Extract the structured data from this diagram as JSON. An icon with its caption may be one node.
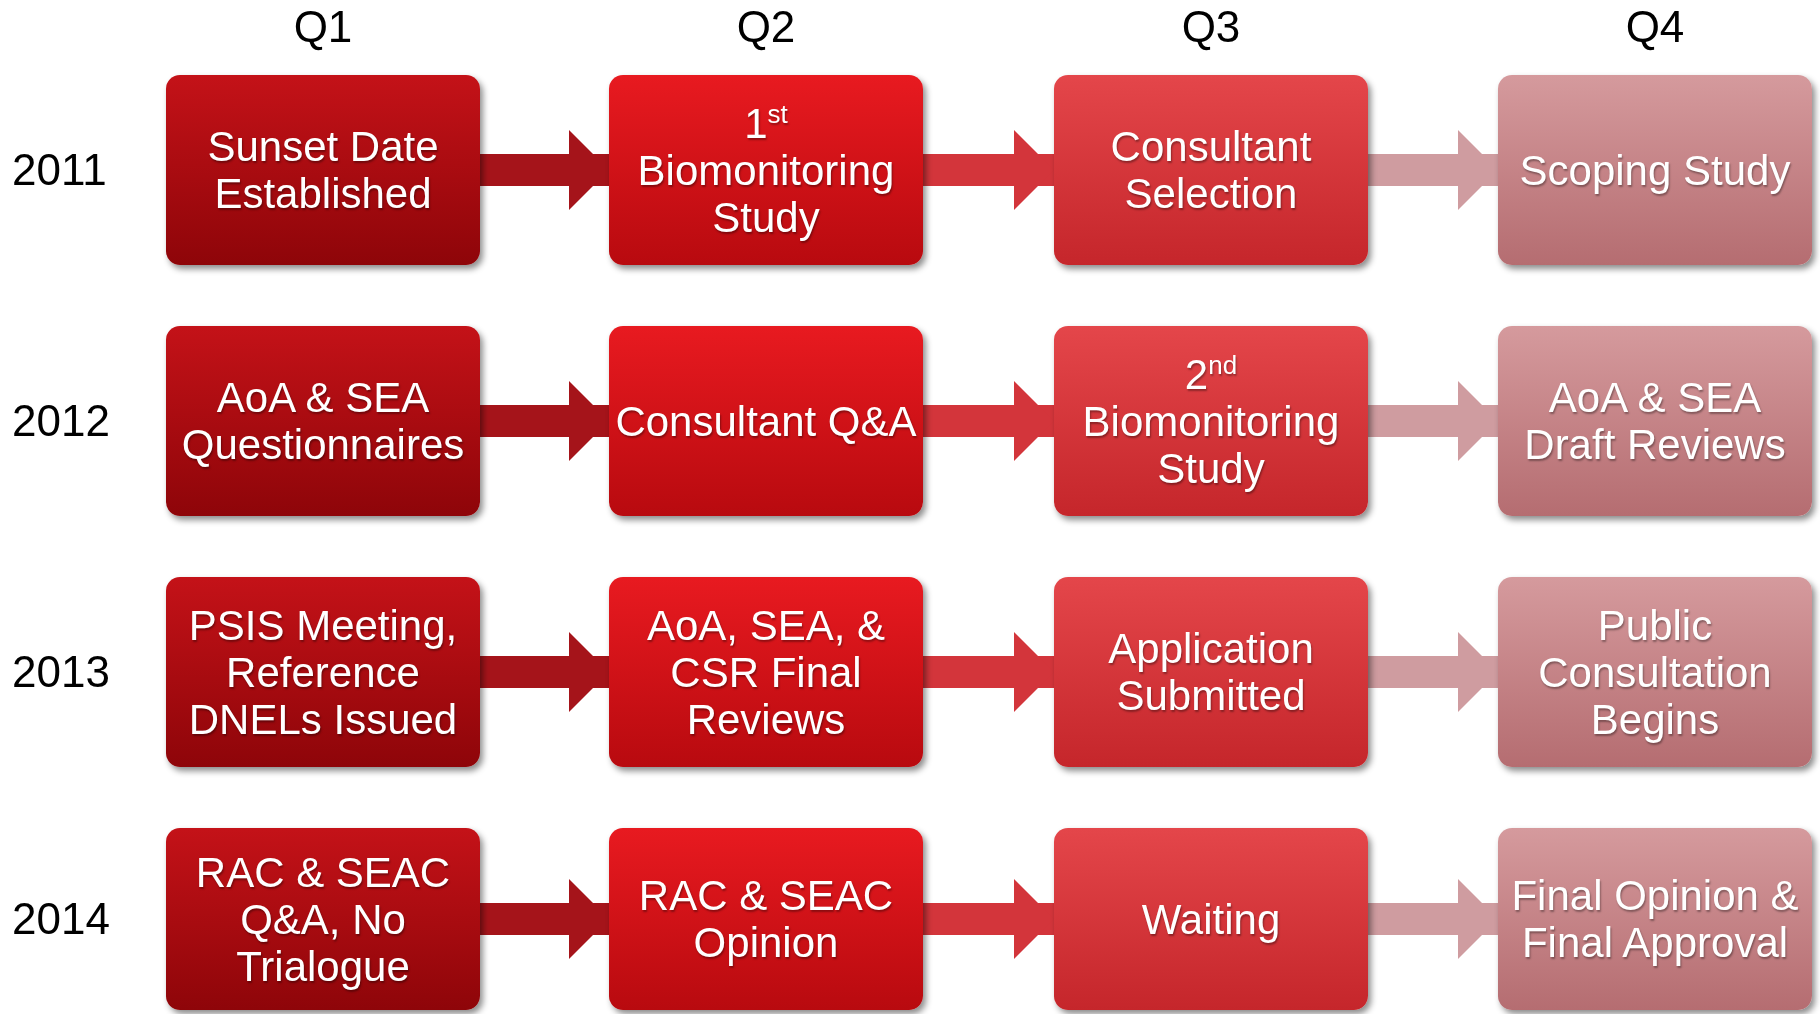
{
  "diagram": {
    "nodes": [
      {
        "text": [
          "Sunset Date Established"
        ]
      },
      {
        "text": [
          "1$^{st}$ Biomonitoring Study"
        ]
      },
      {
        "text": [
          "Consultant Selection"
        ]
      },
      {
        "text": [
          "Scoping Study"
        ]
      },
      {
        "text": [
          "AoA & SEA Questionnaires"
        ]
      },
      {
        "text": [
          "Consultant Q&A"
        ]
      },
      {
        "text": [
          "2$^{nd}$ Biomonitoring Study"
        ]
      },
      {
        "text": [
          "AoA & SEA Draft Reviews"
        ]
      },
      {
        "text": [
          "PSIS Meeting, Reference DNELs Issued"
        ]
      },
      {
        "text": [
          "AoA, SEA, & CSR Final Reviews"
        ]
      },
      {
        "text": [
          "Application Submitted"
        ]
      },
      {
        "text": [
          "Public Consultation Begins"
        ]
      },
      {
        "text": [
          "RAC & SEAC Q&A, No Trialogue"
        ]
      },
      {
        "text": [
          "RAC & SEAC Opinion"
        ]
      },
      {
        "text": [
          "Waiting"
        ]
      },
      {
        "text": [
          "Final Opinion & Final Approval"
        ]
      }
    ],
    "edges": [
      {
        "from": 0,
        "to": 1,
        "arrow": "to",
        "color": "#a5141a"
      },
      {
        "from": 1,
        "to": 2,
        "arrow": "to",
        "color": "#d3353b"
      },
      {
        "from": 2,
        "to": 3,
        "arrow": "to",
        "color": "#cf9ca0"
      },
      {
        "from": 4,
        "to": 5,
        "arrow": "to",
        "color": "#a5141a"
      },
      {
        "from": 5,
        "to": 6,
        "arrow": "to",
        "color": "#d3353b"
      },
      {
        "from": 6,
        "to": 7,
        "arrow": "to",
        "color": "#cf9ca0"
      },
      {
        "from": 8,
        "to": 9,
        "arrow": "to",
        "color": "#a5141a"
      },
      {
        "from": 9,
        "to": 10,
        "arrow": "to",
        "color": "#d3353b"
      },
      {
        "from": 10,
        "to": 11,
        "arrow": "to",
        "color": "#cf9ca0"
      },
      {
        "from": 12,
        "to": 13,
        "arrow": "to",
        "color": "#a5141a"
      },
      {
        "from": 13,
        "to": 14,
        "arrow": "to",
        "color": "#d3353b"
      },
      {
        "from": 14,
        "to": 15,
        "arrow": "to",
        "color": "#cf9ca0"
      }
    ],
    "labels": [
      "Q1",
      "Q2",
      "Q3",
      "Q4",
      "2011",
      "2012",
      "2013",
      "2014"
    ]
  }
}
